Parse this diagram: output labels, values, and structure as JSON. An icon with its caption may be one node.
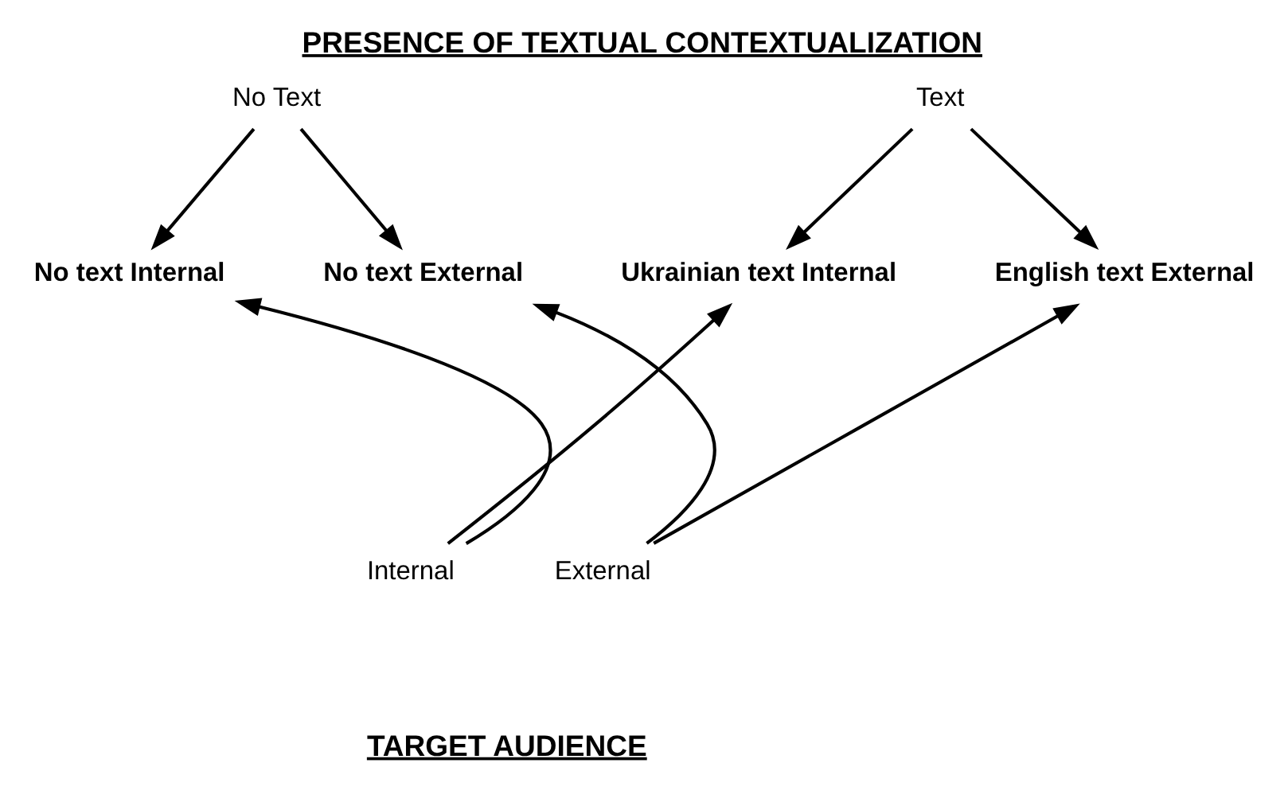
{
  "diagram": {
    "title": "PRESENCE OF TEXTUAL CONTEXTUALIZATION",
    "nodes": [
      {
        "text": [
          "No Text"
        ]
      },
      {
        "text": [
          "Text"
        ]
      },
      {
        "text": [
          "No text Internal"
        ]
      },
      {
        "text": [
          "No text External"
        ]
      },
      {
        "text": [
          "Ukrainian text Internal"
        ]
      },
      {
        "text": [
          "English text External"
        ]
      },
      {
        "text": [
          "Internal"
        ]
      },
      {
        "text": [
          "External"
        ]
      }
    ],
    "edges": [
      {
        "from": 0,
        "to": 2,
        "arrow": "to"
      },
      {
        "from": 0,
        "to": 3,
        "arrow": "to"
      },
      {
        "from": 1,
        "to": 4,
        "arrow": "to"
      },
      {
        "from": 1,
        "to": 5,
        "arrow": "to"
      },
      {
        "from": 6,
        "to": 2,
        "arrow": "to"
      },
      {
        "from": 6,
        "to": 4,
        "arrow": "to"
      },
      {
        "from": 7,
        "to": 3,
        "arrow": "to"
      },
      {
        "from": 7,
        "to": 5,
        "arrow": "to"
      }
    ],
    "labels": [
      "TARGET AUDIENCE"
    ]
  }
}
